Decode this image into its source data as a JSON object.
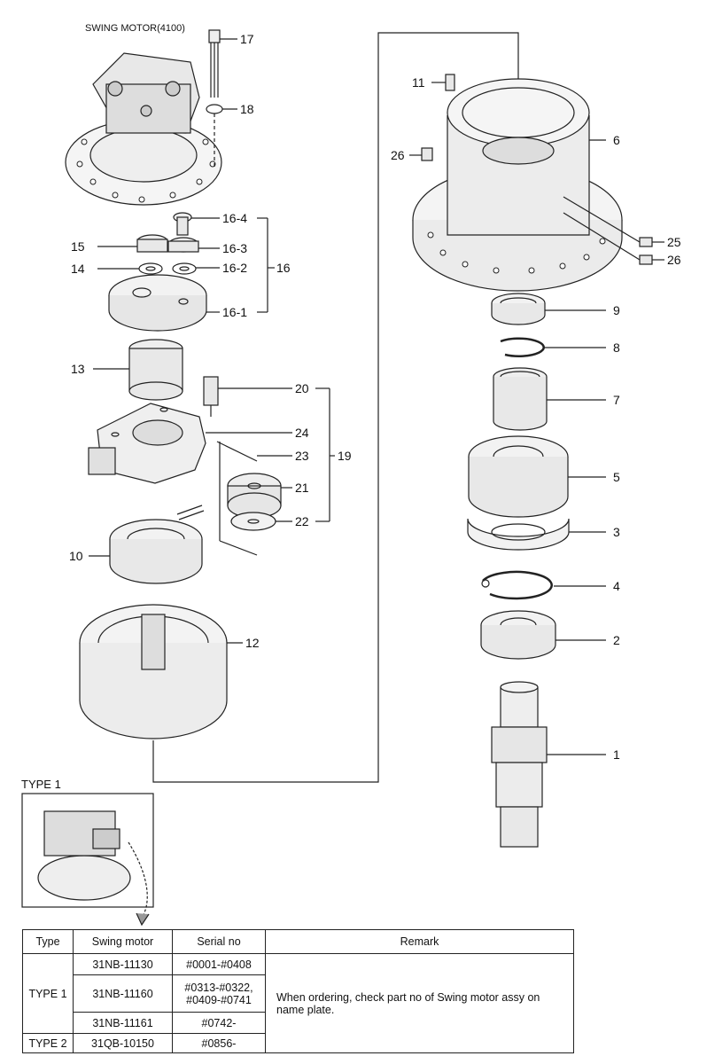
{
  "diagram": {
    "title": "SWING MOTOR(4100)",
    "type1_caption": "TYPE 1",
    "callouts": {
      "p1": "1",
      "p2": "2",
      "p3": "3",
      "p4": "4",
      "p5": "5",
      "p6": "6",
      "p7": "7",
      "p8": "8",
      "p9": "9",
      "p10": "10",
      "p11": "11",
      "p12": "12",
      "p13": "13",
      "p14": "14",
      "p15": "15",
      "p16": "16",
      "p16_1": "16-1",
      "p16_2": "16-2",
      "p16_3": "16-3",
      "p16_4": "16-4",
      "p17": "17",
      "p18": "18",
      "p19": "19",
      "p20": "20",
      "p21": "21",
      "p22": "22",
      "p23": "23",
      "p24": "24",
      "p25": "25",
      "p26a": "26",
      "p26b": "26"
    }
  },
  "table": {
    "headers": [
      "Type",
      "Swing motor",
      "Serial no",
      "Remark"
    ],
    "remark": "When ordering, check part no of Swing motor assy on name plate.",
    "rows": [
      {
        "type": "TYPE 1",
        "motor": "31NB-11130",
        "serial": "#0001-#0408"
      },
      {
        "type": "",
        "motor": "31NB-11160",
        "serial": "#0313-#0322, #0409-#0741"
      },
      {
        "type": "",
        "motor": "31NB-11161",
        "serial": "#0742-"
      },
      {
        "type": "TYPE 2",
        "motor": "31QB-10150",
        "serial": "#0856-"
      }
    ]
  }
}
